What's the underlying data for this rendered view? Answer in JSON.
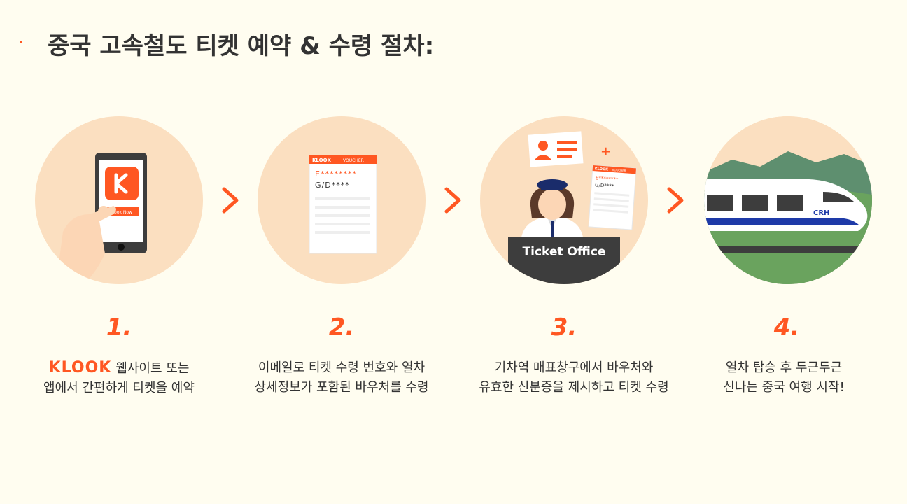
{
  "header": {
    "title": "중국 고속철도 티켓 예약 & 수령 절차:"
  },
  "steps": [
    {
      "number": "1.",
      "brand": "KLOOK",
      "line1": "웹사이트 또는",
      "line2": "앱에서 간편하게 티켓을 예약",
      "phone_button": "Book Now",
      "phone_logo": "K"
    },
    {
      "number": "2.",
      "line1": "이메일로 티켓 수령 번호와 열차",
      "line2": "상세정보가 포함된 바우처를 수령",
      "voucher_brand": "KLOOK",
      "voucher_tag": "VOUCHER",
      "voucher_code1": "E********",
      "voucher_code2": "G/D****"
    },
    {
      "number": "3.",
      "line1": "기차역 매표창구에서 바우처와",
      "line2": "유효한 신분증을 제시하고 티켓 수령",
      "counter_label": "Ticket Office",
      "plus": "+",
      "voucher_brand": "KLOOK",
      "voucher_tag": "VOUCHER",
      "voucher_code1": "E********",
      "voucher_code2": "G/D****"
    },
    {
      "number": "4.",
      "line1": "열차 탑승 후 두근두근",
      "line2": "신나는 중국 여행 시작!",
      "train_label": "CRH"
    }
  ],
  "colors": {
    "accent": "#ff5722",
    "circle": "#fbdfc0",
    "background": "#fffdf0",
    "text": "#333333"
  },
  "icons": [
    "chevron-right-icon",
    "phone-icon",
    "voucher-icon",
    "id-card-icon",
    "ticket-clerk-icon",
    "train-icon"
  ]
}
